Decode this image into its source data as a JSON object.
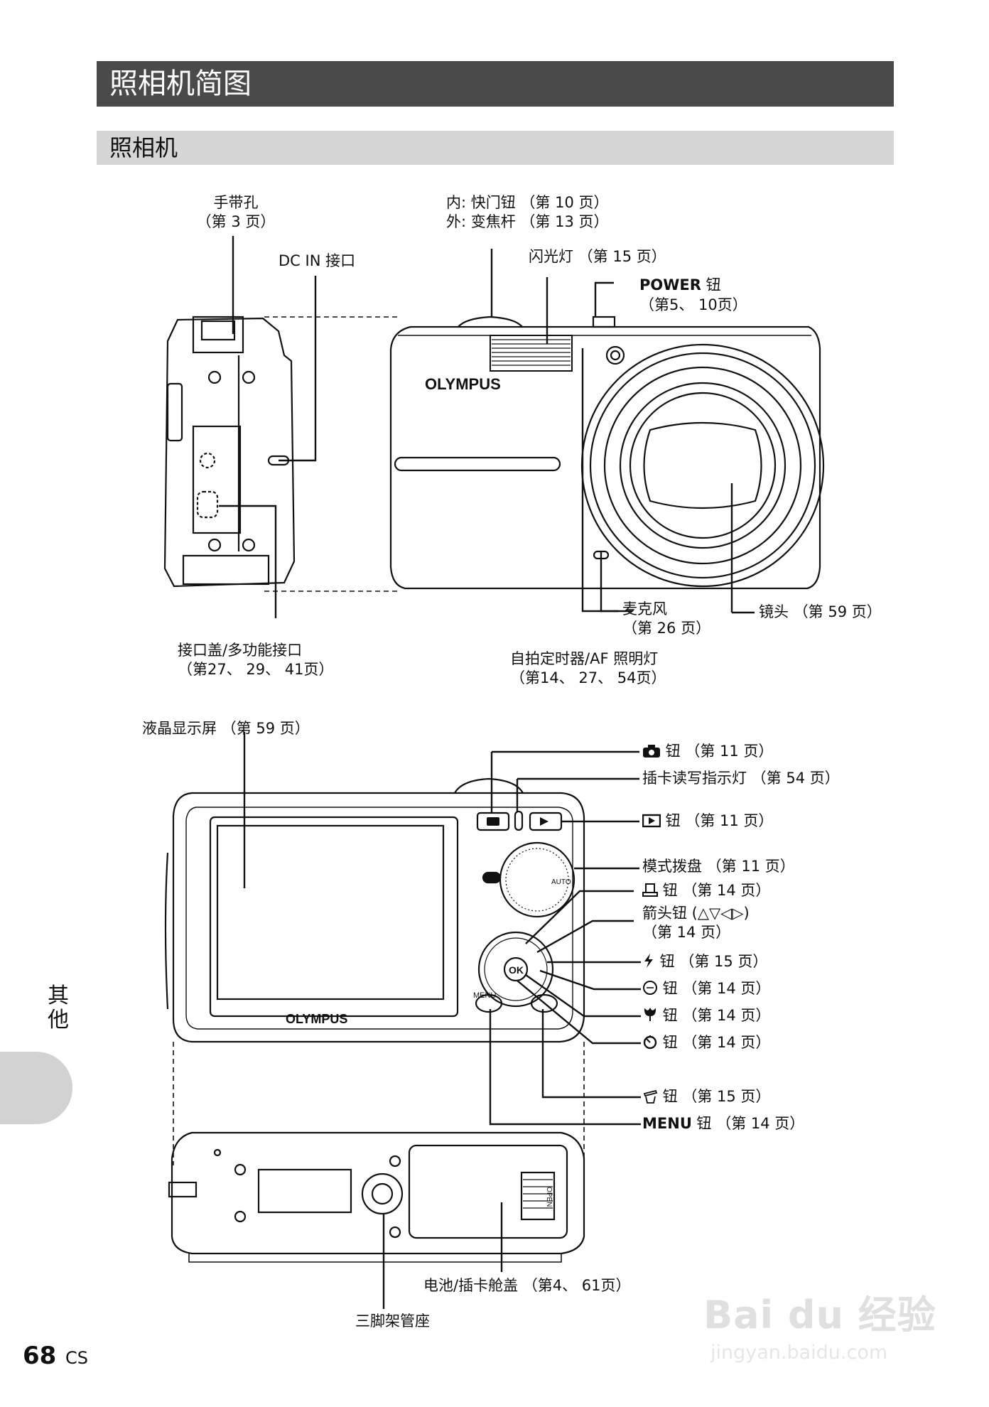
{
  "header": {
    "title": "照相机简图",
    "subtitle": "照相机"
  },
  "top_labels": {
    "strap": [
      "手带孔",
      "（第 3 页）"
    ],
    "dcin": "DC IN 接口",
    "shutter": [
      "内:  快门钮 （第 10 页）",
      "外:  变焦杆 （第 13 页）"
    ],
    "flash": "闪光灯 （第 15 页）",
    "power_b": "POWER",
    "power_rest": " 钮",
    "power_pages": "（第5、 10页）",
    "mic": [
      "麦克风",
      "（第 26 页）"
    ],
    "lens": "镜头 （第 59 页）",
    "connector": [
      "接口盖/多功能接口",
      "（第27、 29、 41页）"
    ],
    "selftimer": [
      "自拍定时器/AF 照明灯",
      "（第14、 27、 54页）"
    ]
  },
  "back_labels": {
    "lcd": "液晶显示屏 （第 59 页）",
    "shoot_btn": "钮 （第 11 页）",
    "card_lamp": "插卡读写指示灯 （第 54 页）",
    "play_btn": "钮 （第 11 页）",
    "mode_dial": "模式拨盘 （第 11 页）",
    "print_btn": "钮 （第 14 页）",
    "arrow_btn": [
      "箭头钮 (△▽◁▷)",
      "（第 14 页）"
    ],
    "flash_btn": "钮 （第 15 页）",
    "exposure_btn": "钮 （第 14 页）",
    "macro_btn": "钮 （第 14 页）",
    "timer_btn": "钮 （第 14 页）",
    "erase_btn": "钮 （第 15 页）",
    "menu_b": "MENU",
    "menu_rest": " 钮 （第 14 页）",
    "battery": "电池/插卡舱盖 （第4、 61页）",
    "tripod": "三脚架管座"
  },
  "camera_text": {
    "brand": "OLYMPUS",
    "menu": "MENU",
    "ok": "OK",
    "auto": "AUTO",
    "open": "OPEN"
  },
  "sidebar": {
    "section": "其他"
  },
  "footer": {
    "page": "68",
    "lang": "CS"
  },
  "watermark": {
    "main": "Bai du 经验",
    "url": "jingyan.baidu.com"
  }
}
